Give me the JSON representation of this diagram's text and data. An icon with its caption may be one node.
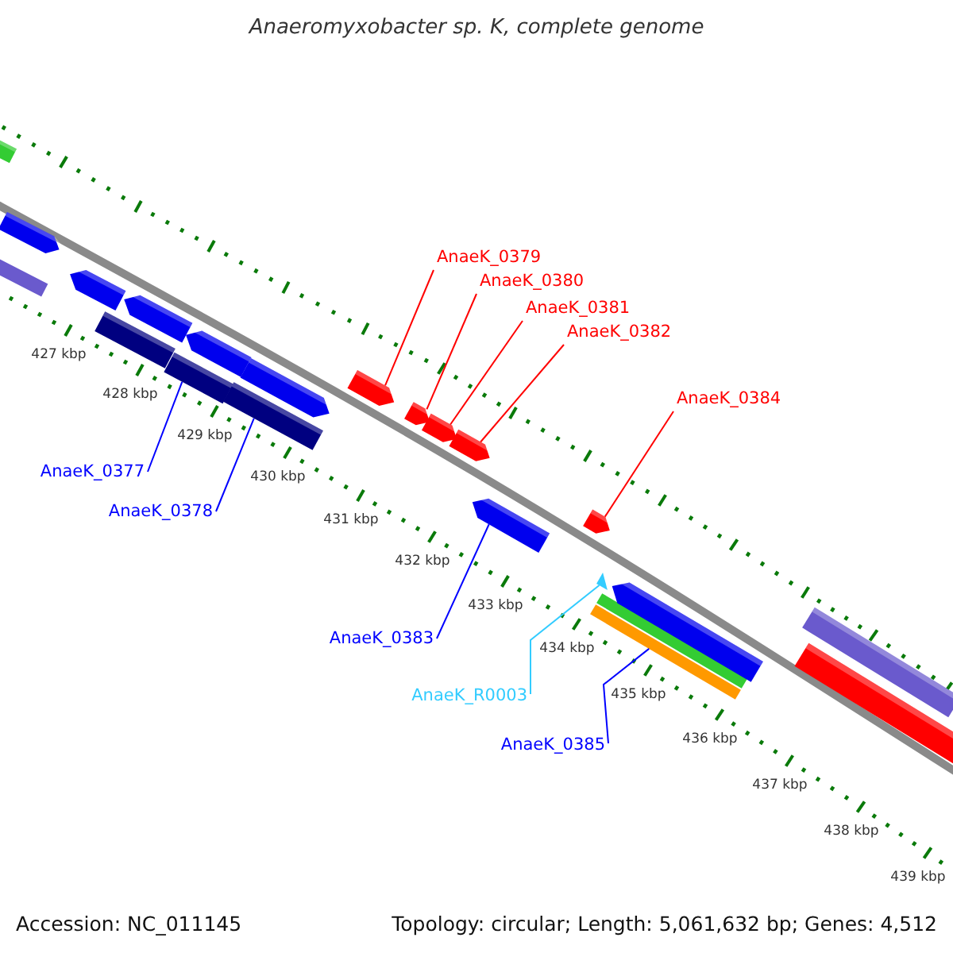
{
  "diagram": {
    "title": "Anaeromyxobacter sp. K, complete genome",
    "nodes": [
      {
        "text": [
          "AnaeK_0379"
        ]
      },
      {
        "text": [
          "AnaeK_0380"
        ]
      },
      {
        "text": [
          "AnaeK_0381"
        ]
      },
      {
        "text": [
          "AnaeK_0382"
        ]
      },
      {
        "text": [
          "AnaeK_0384"
        ]
      },
      {
        "text": [
          "AnaeK_0377"
        ]
      },
      {
        "text": [
          "AnaeK_0378"
        ]
      },
      {
        "text": [
          "AnaeK_0383"
        ]
      },
      {
        "text": [
          "AnaeK_R0003"
        ]
      },
      {
        "text": [
          "AnaeK_0385"
        ]
      },
      {
        "text": [],
        "shape": "bar"
      },
      {
        "text": [],
        "shape": "bar"
      },
      {
        "text": [],
        "shape": "arrow"
      },
      {
        "text": [],
        "shape": "arrow"
      },
      {
        "text": [],
        "shape": "bar"
      },
      {
        "text": [],
        "shape": "arrow"
      },
      {
        "text": [],
        "shape": "bar"
      },
      {
        "text": [],
        "shape": "arrow"
      },
      {
        "text": [],
        "shape": "bar"
      },
      {
        "text": [],
        "shape": "arrow"
      },
      {
        "text": [],
        "shape": "arrow"
      },
      {
        "text": [],
        "shape": "arrow"
      },
      {
        "text": [],
        "shape": "arrow"
      },
      {
        "text": [],
        "shape": "arrow"
      },
      {
        "text": [],
        "shape": "arrow"
      },
      {
        "text": [],
        "shape": "arrow"
      },
      {
        "text": [],
        "shape": "triangle"
      },
      {
        "text": [],
        "shape": "bar"
      },
      {
        "text": [],
        "shape": "bar"
      },
      {
        "text": [],
        "shape": "arrow"
      },
      {
        "text": [],
        "shape": "bar"
      },
      {
        "text": [],
        "shape": "bar"
      }
    ],
    "edges": [
      {
        "from": 0,
        "to": 20,
        "arrow": "none",
        "color": "#ff0000"
      },
      {
        "from": 1,
        "to": 21,
        "arrow": "none",
        "color": "#ff0000"
      },
      {
        "from": 2,
        "to": 22,
        "arrow": "none",
        "color": "#ff0000"
      },
      {
        "from": 3,
        "to": 23,
        "arrow": "none",
        "color": "#ff0000"
      },
      {
        "from": 4,
        "to": 25,
        "arrow": "none",
        "color": "#ff0000"
      },
      {
        "from": 5,
        "to": 16,
        "arrow": "none",
        "color": "#0000ff"
      },
      {
        "from": 6,
        "to": 18,
        "arrow": "none",
        "color": "#0000ff"
      },
      {
        "from": 7,
        "to": 24,
        "arrow": "none",
        "color": "#0000ff"
      },
      {
        "from": 8,
        "to": 26,
        "arrow": "none",
        "color": "#33ccff"
      },
      {
        "from": 9,
        "to": 27,
        "arrow": "none",
        "color": "#0000ff"
      }
    ],
    "labels": [
      "427 kbp",
      "428 kbp",
      "429 kbp",
      "430 kbp",
      "431 kbp",
      "432 kbp",
      "433 kbp",
      "434 kbp",
      "435 kbp",
      "436 kbp",
      "437 kbp",
      "438 kbp",
      "439 kbp",
      "Accession: NC_011145",
      "Topology: circular; Length: 5,061,632 bp; Genes: 4,512"
    ]
  }
}
